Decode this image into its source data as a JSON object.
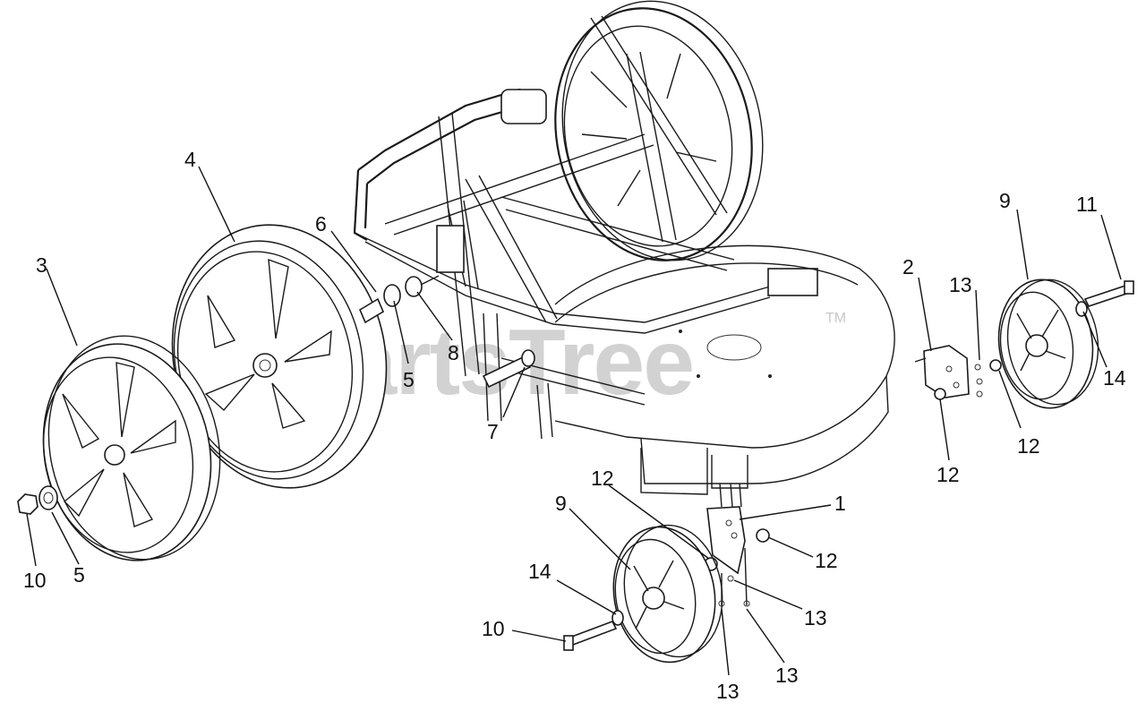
{
  "diagram": {
    "watermark": {
      "text": "PartsTree",
      "mark": "TM"
    },
    "callouts": [
      {
        "id": "c1",
        "label": "1"
      },
      {
        "id": "c2",
        "label": "2"
      },
      {
        "id": "c3",
        "label": "3"
      },
      {
        "id": "c4",
        "label": "4"
      },
      {
        "id": "c5a",
        "label": "5"
      },
      {
        "id": "c5b",
        "label": "5"
      },
      {
        "id": "c6",
        "label": "6"
      },
      {
        "id": "c7",
        "label": "7"
      },
      {
        "id": "c8",
        "label": "8"
      },
      {
        "id": "c9a",
        "label": "9"
      },
      {
        "id": "c9b",
        "label": "9"
      },
      {
        "id": "c10a",
        "label": "10"
      },
      {
        "id": "c10b",
        "label": "10"
      },
      {
        "id": "c11",
        "label": "11"
      },
      {
        "id": "c12a",
        "label": "12"
      },
      {
        "id": "c12b",
        "label": "12"
      },
      {
        "id": "c12c",
        "label": "12"
      },
      {
        "id": "c12d",
        "label": "12"
      },
      {
        "id": "c13a",
        "label": "13"
      },
      {
        "id": "c13b",
        "label": "13"
      },
      {
        "id": "c13c",
        "label": "13"
      },
      {
        "id": "c13d",
        "label": "13"
      },
      {
        "id": "c14a",
        "label": "14"
      },
      {
        "id": "c14b",
        "label": "14"
      }
    ]
  }
}
